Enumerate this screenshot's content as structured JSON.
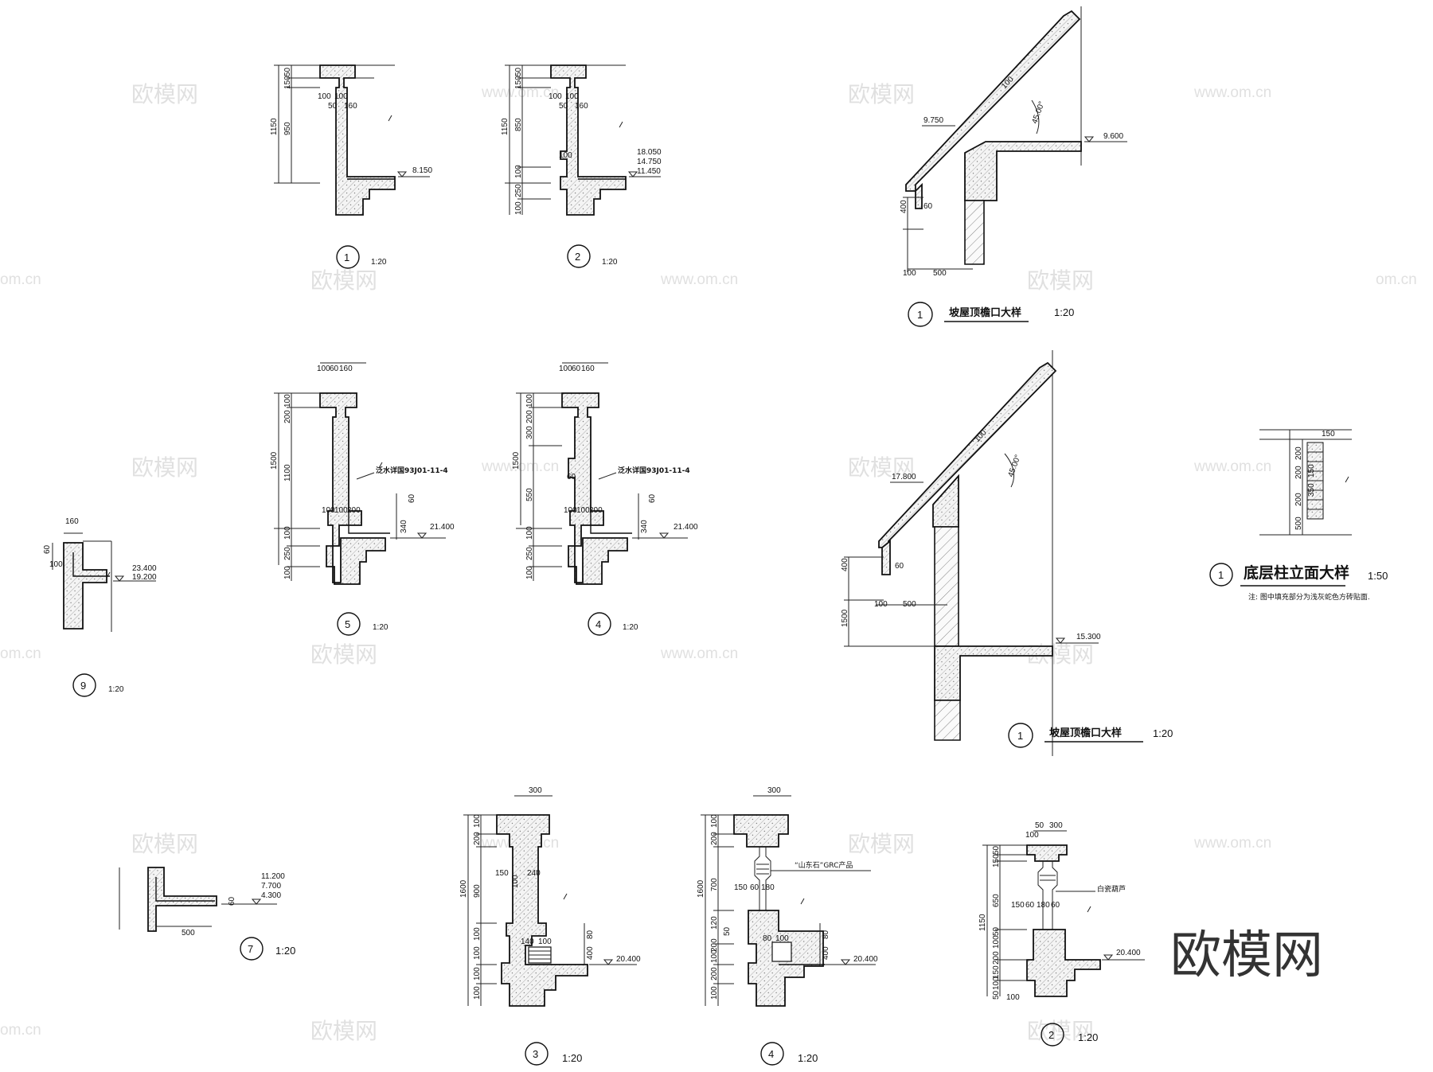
{
  "watermark": {
    "text": "欧模网",
    "url": "www.om.cn",
    "url_partial": "om.cn",
    "logo": "欧模网"
  },
  "details": {
    "d1_top": {
      "number": "1",
      "scale": "1:20",
      "dims_v": [
        "50",
        "150",
        "1150",
        "950"
      ],
      "dims_h": [
        "100",
        "100",
        "50",
        "160"
      ],
      "elevations": [
        "8.150"
      ]
    },
    "d2_top": {
      "number": "2",
      "scale": "1:20",
      "dims_v": [
        "50",
        "150",
        "1150",
        "850",
        "100",
        "100",
        "250",
        "100"
      ],
      "dims_h": [
        "100",
        "100",
        "50",
        "160"
      ],
      "elevations": [
        "18.050",
        "14.750",
        "11.450"
      ]
    },
    "eave1": {
      "number": "1",
      "title": "坡屋顶檐口大样",
      "scale": "1:20",
      "dims": [
        "100",
        "45.00°",
        "400",
        "60",
        "100",
        "500"
      ],
      "elevations": [
        "9.750",
        "9.600"
      ]
    },
    "d5": {
      "number": "5",
      "scale": "1:20",
      "dims_top": [
        "100",
        "60",
        "160"
      ],
      "dims_v": [
        "100",
        "200",
        "1500",
        "1100",
        "100",
        "250",
        "100"
      ],
      "dims_mid": [
        "100",
        "100",
        "200"
      ],
      "dims_r": [
        "60",
        "340"
      ],
      "note": "泛水详国93J01-11-4",
      "elevations": [
        "21.400"
      ]
    },
    "d4_mid": {
      "number": "4",
      "scale": "1:20",
      "dims_top": [
        "100",
        "60",
        "160"
      ],
      "dims_v": [
        "100",
        "200",
        "300",
        "1500",
        "550",
        "100",
        "250",
        "100"
      ],
      "dims_mid": [
        "100",
        "100",
        "200",
        "60"
      ],
      "dims_r": [
        "60",
        "340"
      ],
      "note": "泛水详国93J01-11-4",
      "elevations": [
        "21.400"
      ]
    },
    "eave2": {
      "number": "1",
      "title": "坡屋顶檐口大样",
      "scale": "1:20",
      "dims": [
        "100",
        "45.00°",
        "400",
        "60",
        "100",
        "500",
        "1500"
      ],
      "elevations": [
        "17.800",
        "15.300"
      ]
    },
    "col": {
      "number": "1",
      "title": "底层柱立面大样",
      "scale": "1:50",
      "dims_v": [
        "150",
        "200",
        "200",
        "150",
        "350",
        "200",
        "500"
      ],
      "note": "注: 图中填充部分为浅灰蛇色方砖贴面."
    },
    "d9": {
      "number": "9",
      "scale": "1:20",
      "dims": [
        "160",
        "60",
        "100"
      ],
      "elevations": [
        "23.400",
        "19.200"
      ]
    },
    "d7": {
      "number": "7",
      "scale": "1:20",
      "dims": [
        "500",
        "60"
      ],
      "elevations": [
        "11.200",
        "7.700",
        "4.300"
      ]
    },
    "d3": {
      "number": "3",
      "scale": "1:20",
      "dims_top": [
        "300"
      ],
      "dims_v": [
        "100",
        "200",
        "1600",
        "900",
        "100",
        "100",
        "100",
        "100"
      ],
      "dims_mid": [
        "150",
        "240",
        "100",
        "140",
        "100"
      ],
      "dims_r": [
        "80",
        "400"
      ],
      "elevations": [
        "20.400"
      ]
    },
    "d4_bot": {
      "number": "4",
      "scale": "1:20",
      "dims_top": [
        "300"
      ],
      "dims_v": [
        "100",
        "200",
        "1600",
        "700",
        "120",
        "200",
        "100",
        "200",
        "100"
      ],
      "dims_mid": [
        "150",
        "60",
        "180",
        "50",
        "80",
        "100"
      ],
      "dims_r": [
        "80",
        "400"
      ],
      "note": "“山东石”GRC产品",
      "elevations": [
        "20.400"
      ]
    },
    "d2_bot": {
      "number": "2",
      "scale": "1:20",
      "dims_top": [
        "50",
        "300",
        "100"
      ],
      "dims_v": [
        "50",
        "150",
        "1150",
        "650",
        "50",
        "100",
        "200",
        "150",
        "100",
        "50",
        "100"
      ],
      "dims_mid": [
        "150",
        "60",
        "180",
        "60"
      ],
      "note": "白瓷葫芦",
      "elevations": [
        "20.400"
      ]
    }
  }
}
